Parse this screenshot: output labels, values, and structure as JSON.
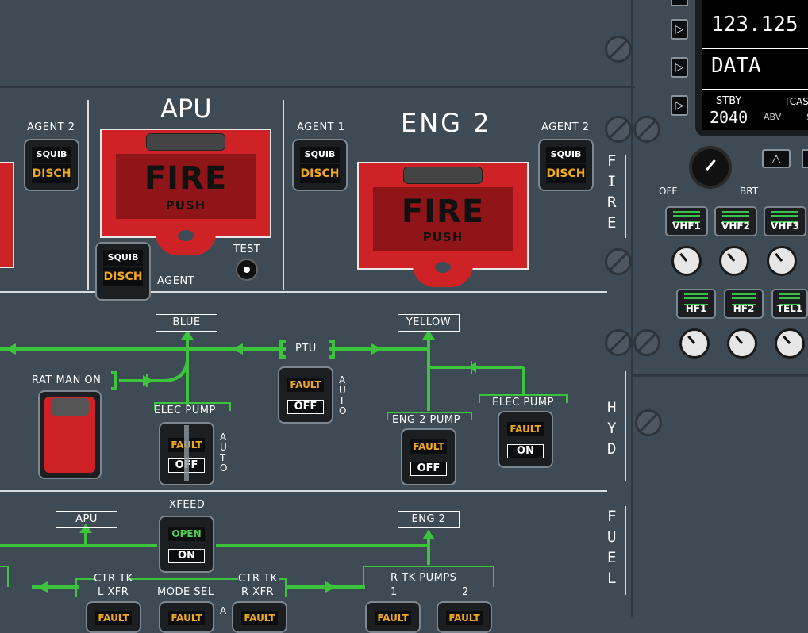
{
  "fire": {
    "apu": {
      "title": "APU",
      "agent_label": "AGENT",
      "test_label": "TEST",
      "fire_text": "FIRE",
      "push_text": "PUSH",
      "squib": "SQUIB",
      "disch": "DISCH"
    },
    "eng2": {
      "title": "ENG 2",
      "agent1_label": "AGENT 1",
      "agent2_label": "AGENT 2",
      "fire_text": "FIRE",
      "push_text": "PUSH",
      "squib": "SQUIB",
      "disch": "DISCH"
    },
    "eng1_partial": {
      "agent2_label": "AGENT 2",
      "squib": "SQUIB",
      "disch": "DISCH"
    },
    "section_label": [
      "F",
      "I",
      "R",
      "E"
    ]
  },
  "hyd": {
    "section_label": [
      "H",
      "Y",
      "D"
    ],
    "blue_label": "BLUE",
    "yellow_label": "YELLOW",
    "ptu_label": "PTU",
    "rat_label": "RAT MAN ON",
    "blue_elec_pump_label": "ELEC PUMP",
    "yellow_elec_pump_label": "ELEC PUMP",
    "eng2_pump_label": "ENG 2 PUMP",
    "auto_letters": [
      "A",
      "U",
      "T",
      "O"
    ],
    "ptu_btn": {
      "fault": "FAULT",
      "state": "OFF"
    },
    "blue_elec_btn": {
      "fault": "FAULT",
      "state": "OFF"
    },
    "eng2_pump_btn": {
      "fault": "FAULT",
      "state": "OFF"
    },
    "yellow_elec_btn": {
      "fault": "FAULT",
      "state": "ON"
    },
    "line_color": "#3cc43c"
  },
  "fuel": {
    "section_label": [
      "F",
      "U",
      "E",
      "L"
    ],
    "apu_label": "APU",
    "eng2_label": "ENG 2",
    "xfeed_label": "XFEED",
    "xfeed_btn": {
      "top": "OPEN",
      "state": "ON"
    },
    "ctr_tk_left": "CTR TK",
    "l_xfr": "L XFR",
    "mode_sel": "MODE SEL",
    "ctr_tk_right": "CTR TK",
    "r_xfr": "R XFR",
    "r_tk_pumps": "R TK PUMPS",
    "pump1": "1",
    "pump2": "2",
    "bottom_fault": "FAULT",
    "bottom_a": "A"
  },
  "rmp": {
    "active_freq": "123.125",
    "data_label": "DATA",
    "stby_label": "STBY",
    "stby_value": "2040",
    "abv_label": "ABV",
    "tcas_label": "TCAS",
    "tcas_s": "S",
    "off_label": "OFF",
    "brt_label": "BRT",
    "vhf": [
      "VHF1",
      "VHF2",
      "VHF3"
    ],
    "hf": [
      "HF1",
      "HF2",
      "TEL1"
    ],
    "arrow_glyph": "▷",
    "up_glyph": "△"
  }
}
